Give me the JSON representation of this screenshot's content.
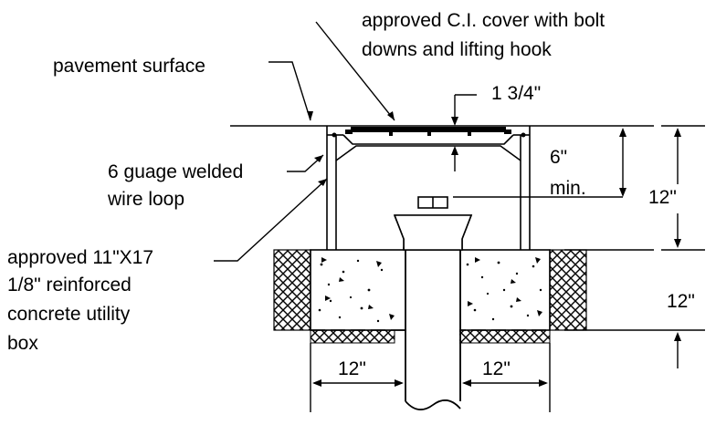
{
  "colors": {
    "ink": "#000000",
    "background": "#ffffff"
  },
  "labels": {
    "cover_line1": "approved C.I. cover with bolt",
    "cover_line2": "downs and lifting hook",
    "pavement": "pavement surface",
    "dim_cover": "1 3/4\"",
    "wire_line1": "6 guage welded",
    "wire_line2": "wire loop",
    "dim_6_line1": "6\"",
    "dim_6_line2": "min.",
    "dim_12_upper": "12\"",
    "box_line1": "approved 11\"X17",
    "box_line2": "1/8\" reinforced",
    "box_line3": "concrete utility",
    "box_line4": "box",
    "dim_12_lower": "12\"",
    "dim_12_left": "12\"",
    "dim_12_right": "12\""
  }
}
